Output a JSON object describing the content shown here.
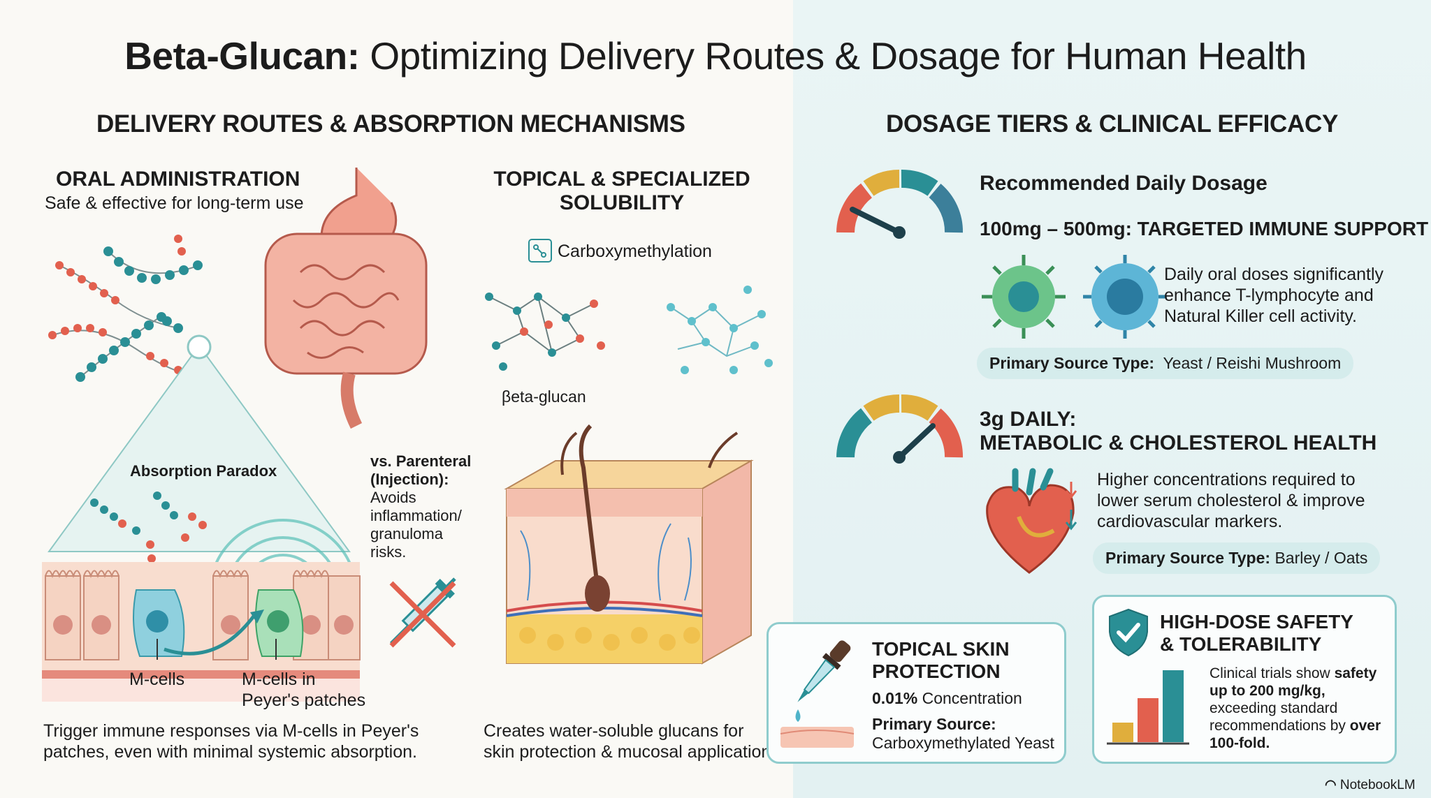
{
  "title": {
    "bold": "Beta-Glucan:",
    "rest": " Optimizing Delivery Routes & Dosage for Human Health"
  },
  "left": {
    "heading": "DELIVERY ROUTES & ABSORPTION MECHANISMS",
    "oral": {
      "title": "ORAL ADMINISTRATION",
      "subtitle": "Safe & effective for long-term use"
    },
    "paradox": "Absorption Paradox",
    "mcells": "M-cells",
    "mcells_peyer": "M-cells in Peyer's patches",
    "parenteral": {
      "title": "vs. Parenteral (Injection):",
      "text": "Avoids inflammation/ granuloma risks."
    },
    "oral_caption": "Trigger immune responses via M-cells in Peyer's patches, even with minimal systemic absorption.",
    "topical": {
      "title_line1": "TOPICAL & SPECIALIZED",
      "title_line2": "SOLUBILITY",
      "process": "Carboxymethylation",
      "molecule_label": "βeta-glucan",
      "caption": "Creates water-soluble glucans for skin protection & mucosal application."
    }
  },
  "right": {
    "heading": "DOSAGE TIERS & CLINICAL EFFICACY",
    "tier1": {
      "title": "Recommended Daily Dosage",
      "range": "100mg – 500mg: TARGETED IMMUNE SUPPORT",
      "desc": "Daily oral doses significantly enhance T-lymphocyte and Natural Killer cell activity.",
      "source_label": "Primary Source Type:",
      "source": "Yeast / Reishi Mushroom"
    },
    "tier2": {
      "title_line1": "3g DAILY:",
      "title_line2": "METABOLIC & CHOLESTEROL HEALTH",
      "desc": "Higher concentrations required to lower serum cholesterol & improve cardiovascular markers.",
      "source_label": "Primary Source Type:",
      "source": "Barley / Oats"
    },
    "topical_card": {
      "title_line1": "TOPICAL SKIN",
      "title_line2": "PROTECTION",
      "conc_value": "0.01%",
      "conc_label": "Concentration",
      "source_label": "Primary Source:",
      "source": "Carboxymethylated Yeast"
    },
    "safety_card": {
      "title_line1": "HIGH-DOSE SAFETY",
      "title_line2": "& TOLERABILITY",
      "text1": "Clinical trials show ",
      "bold1": "safety up to 200 mg/kg,",
      "text2": " exceeding standard recommendations by ",
      "bold2": "over 100-fold."
    }
  },
  "brand": "NotebookLM",
  "colors": {
    "teal": "#2a8f95",
    "coral": "#e2604e",
    "gold": "#e0ae3c",
    "pill": "#d5ecec"
  }
}
